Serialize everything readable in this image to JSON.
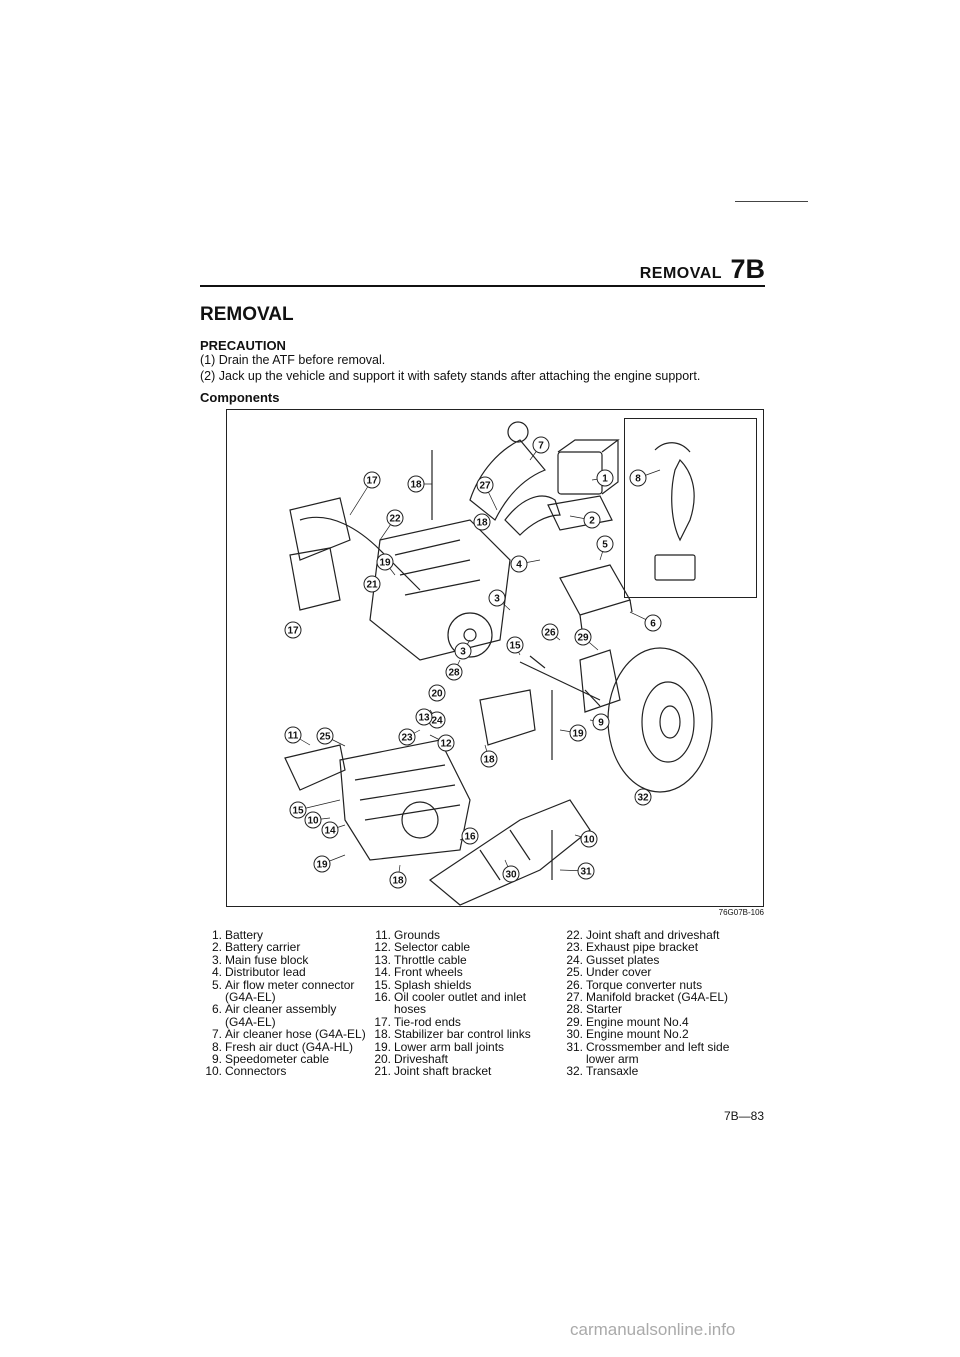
{
  "header": {
    "section": "REMOVAL",
    "chapter_code": "7B"
  },
  "title": "REMOVAL",
  "precaution": {
    "heading": "PRECAUTION",
    "lines": [
      "(1) Drain the ATF before removal.",
      "(2) Jack up the vehicle and support it with safety stands after attaching the engine support."
    ]
  },
  "components_heading": "Components",
  "figure": {
    "code": "76G07B-106",
    "callouts": [
      "17",
      "18",
      "27",
      "7",
      "1",
      "8",
      "22",
      "18",
      "2",
      "5",
      "19",
      "4",
      "21",
      "3",
      "6",
      "3",
      "28",
      "26",
      "29",
      "17",
      "15",
      "20",
      "24",
      "23",
      "13",
      "11",
      "25",
      "12",
      "9",
      "19",
      "18",
      "15",
      "10",
      "16",
      "32",
      "14",
      "10",
      "19",
      "30",
      "31",
      "18",
      "16"
    ]
  },
  "parts": {
    "col1": [
      {
        "num": "1.",
        "text": "Battery"
      },
      {
        "num": "2.",
        "text": "Battery carrier"
      },
      {
        "num": "3.",
        "text": "Main fuse block"
      },
      {
        "num": "4.",
        "text": "Distributor lead"
      },
      {
        "num": "5.",
        "text": "Air flow meter connector\n(G4A-EL)"
      },
      {
        "num": "6.",
        "text": "Air cleaner assembly\n(G4A-EL)"
      },
      {
        "num": "7.",
        "text": "Air cleaner hose (G4A-EL)"
      },
      {
        "num": "8.",
        "text": "Fresh air duct (G4A-HL)"
      },
      {
        "num": "9.",
        "text": "Speedometer cable"
      },
      {
        "num": "10.",
        "text": "Connectors"
      }
    ],
    "col2": [
      {
        "num": "11.",
        "text": "Grounds"
      },
      {
        "num": "12.",
        "text": "Selector cable"
      },
      {
        "num": "13.",
        "text": "Throttle cable"
      },
      {
        "num": "14.",
        "text": "Front wheels"
      },
      {
        "num": "15.",
        "text": "Splash shields"
      },
      {
        "num": "16.",
        "text": "Oil cooler outlet and inlet\nhoses"
      },
      {
        "num": "17.",
        "text": "Tie-rod ends"
      },
      {
        "num": "18.",
        "text": "Stabilizer bar control links"
      },
      {
        "num": "19.",
        "text": "Lower arm ball joints"
      },
      {
        "num": "20.",
        "text": "Driveshaft"
      },
      {
        "num": "21.",
        "text": "Joint shaft bracket"
      }
    ],
    "col3": [
      {
        "num": "22.",
        "text": "Joint shaft and driveshaft"
      },
      {
        "num": "23.",
        "text": "Exhaust pipe bracket"
      },
      {
        "num": "24.",
        "text": "Gusset plates"
      },
      {
        "num": "25.",
        "text": "Under cover"
      },
      {
        "num": "26.",
        "text": "Torque converter nuts"
      },
      {
        "num": "27.",
        "text": "Manifold bracket (G4A-EL)"
      },
      {
        "num": "28.",
        "text": "Starter"
      },
      {
        "num": "29.",
        "text": "Engine mount No.4"
      },
      {
        "num": "30.",
        "text": "Engine mount No.2"
      },
      {
        "num": "31.",
        "text": "Crossmember and left side\nlower arm"
      },
      {
        "num": "32.",
        "text": "Transaxle"
      }
    ]
  },
  "page_number": "7B—83",
  "watermark": "carmanualsonline.info"
}
